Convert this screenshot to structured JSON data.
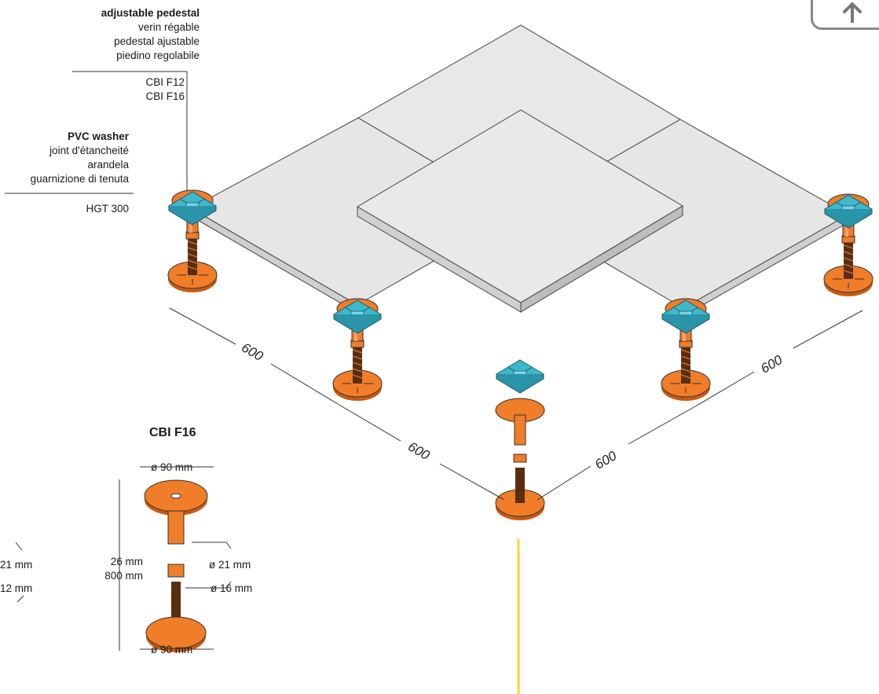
{
  "labels": {
    "pedestal_title": "adjustable pedestal",
    "pedestal_fr": "verin régable",
    "pedestal_es": "pedestal ajustable",
    "pedestal_it": "piedino regolabile",
    "pedestal_code1": "CBI F12",
    "pedestal_code2": "CBI F16",
    "washer_title": "PVC washer",
    "washer_fr": "joint d'étancheité",
    "washer_es": "arandela",
    "washer_it": "guarnizione di tenuta",
    "washer_code": "HGT 300"
  },
  "dimensions": {
    "d_left_upper": "600",
    "d_left_lower": "600",
    "d_right_lower": "600",
    "d_right_upper": "600"
  },
  "detail": {
    "title": "CBI F16",
    "top_diameter": "ø 90 mm",
    "bottom_diameter": "ø 90 mm",
    "height_min": "26 mm",
    "height_max": "800 mm",
    "tube_diameter": "ø 21 mm",
    "thread_diameter": "ø 16 mm"
  },
  "cropped_detail": {
    "tube_diameter": "21 mm",
    "thread_diameter": "12 mm"
  },
  "colors": {
    "pedestal": "#f07d28",
    "pedestal_dark": "#c95a12",
    "washer": "#3fb7cc",
    "tile": "#e6e6e6",
    "guide": "#ffd230",
    "button_border": "#8a8a8a"
  },
  "icons": {
    "upload_button": "arrow-up-icon"
  }
}
